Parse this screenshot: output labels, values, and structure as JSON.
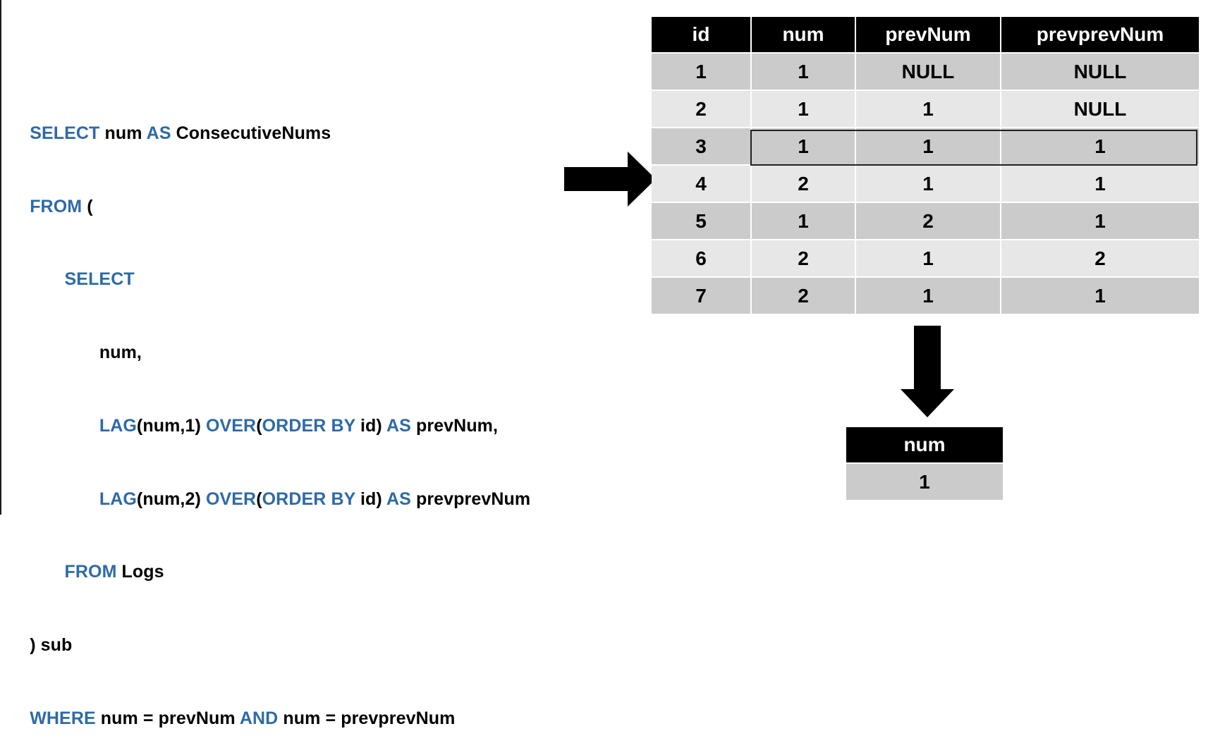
{
  "sql": {
    "lines": [
      [
        {
          "t": "SELECT",
          "k": true
        },
        {
          "t": " num ",
          "k": false
        },
        {
          "t": "AS",
          "k": true
        },
        {
          "t": " ConsecutiveNums",
          "k": false
        }
      ],
      [
        {
          "t": "FROM",
          "k": true
        },
        {
          "t": " (",
          "k": false
        }
      ],
      [
        {
          "t": "       ",
          "k": false
        },
        {
          "t": "SELECT",
          "k": true
        }
      ],
      [
        {
          "t": "              num,",
          "k": false
        }
      ],
      [
        {
          "t": "              ",
          "k": false
        },
        {
          "t": "LAG",
          "k": true
        },
        {
          "t": "(num,1) ",
          "k": false
        },
        {
          "t": "OVER",
          "k": true
        },
        {
          "t": "(",
          "k": false
        },
        {
          "t": "ORDER BY",
          "k": true
        },
        {
          "t": " id) ",
          "k": false
        },
        {
          "t": "AS",
          "k": true
        },
        {
          "t": " prevNum,",
          "k": false
        }
      ],
      [
        {
          "t": "              ",
          "k": false
        },
        {
          "t": "LAG",
          "k": true
        },
        {
          "t": "(num,2) ",
          "k": false
        },
        {
          "t": "OVER",
          "k": true
        },
        {
          "t": "(",
          "k": false
        },
        {
          "t": "ORDER BY",
          "k": true
        },
        {
          "t": " id) ",
          "k": false
        },
        {
          "t": "AS",
          "k": true
        },
        {
          "t": " prevprevNum",
          "k": false
        }
      ],
      [
        {
          "t": "       ",
          "k": false
        },
        {
          "t": "FROM",
          "k": true
        },
        {
          "t": " Logs",
          "k": false
        }
      ],
      [
        {
          "t": ") sub",
          "k": false
        }
      ],
      [
        {
          "t": "WHERE",
          "k": true
        },
        {
          "t": " num = prevNum ",
          "k": false
        },
        {
          "t": "AND",
          "k": true
        },
        {
          "t": " num = prevprevNum",
          "k": false
        }
      ]
    ]
  },
  "main_table": {
    "headers": [
      "id",
      "num",
      "prevNum",
      "prevprevNum"
    ],
    "rows": [
      [
        "1",
        "1",
        "NULL",
        "NULL"
      ],
      [
        "2",
        "1",
        "1",
        "NULL"
      ],
      [
        "3",
        "1",
        "1",
        "1"
      ],
      [
        "4",
        "2",
        "1",
        "1"
      ],
      [
        "5",
        "1",
        "2",
        "1"
      ],
      [
        "6",
        "2",
        "1",
        "2"
      ],
      [
        "7",
        "2",
        "1",
        "1"
      ]
    ],
    "highlighted_row": 2
  },
  "result_table": {
    "headers": [
      "num"
    ],
    "rows": [
      [
        "1"
      ]
    ]
  },
  "colors": {
    "keyword": "#2e6aa6",
    "header_bg": "#000000",
    "row_dark": "#cbcbcb",
    "row_light": "#e7e7e7"
  }
}
